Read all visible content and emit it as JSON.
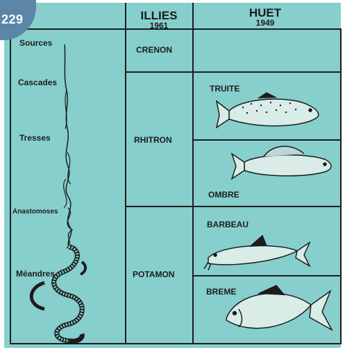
{
  "badge": {
    "number": "229"
  },
  "header": {
    "illies": {
      "name": "ILLIES",
      "year": "1961"
    },
    "huet": {
      "name": "HUET",
      "year": "1949"
    }
  },
  "river_stages": [
    "Sources",
    "Cascades",
    "Tresses",
    "Anastomoses",
    "Méandres"
  ],
  "zones": {
    "crenon": "CRENON",
    "rhitron": "RHITRON",
    "potamon": "POTAMON"
  },
  "fish": {
    "truite": "TRUITE",
    "ombre": "OMBRE",
    "barbeau": "BARBEAU",
    "breme": "BREME"
  },
  "colors": {
    "background": "#86cfcd",
    "ink": "#1c1c1c",
    "badge": "#5b86a6"
  }
}
